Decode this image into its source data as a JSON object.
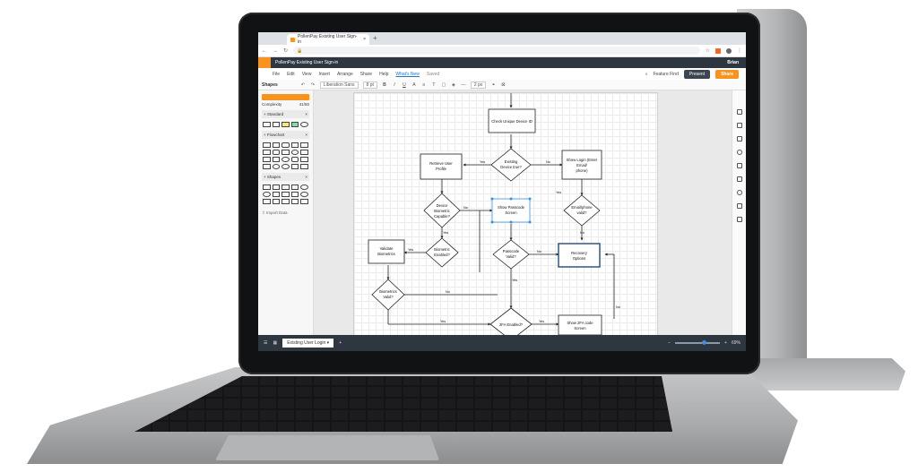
{
  "browser": {
    "tab_title": "PollenPay Existing User Sign-in",
    "tab_close": "×",
    "new_tab": "+",
    "url": "",
    "user_chip": "Brian"
  },
  "app": {
    "document_title": "PollenPay Existing User Sign-in",
    "menu": [
      "File",
      "Edit",
      "View",
      "Insert",
      "Arrange",
      "Share",
      "Help"
    ],
    "whats_new": "What's New",
    "saved": "Saved",
    "feature_find": "Feature Find",
    "present": "Present",
    "share": "Share"
  },
  "toolbar": {
    "shapes_tab": "Shapes",
    "font_family": "Liberation Sans",
    "font_size": "8 pt",
    "bold": "B",
    "italic": "I",
    "underline": "U",
    "font_color": "A",
    "text_options": "T",
    "line_width": "2 px"
  },
  "left_panel": {
    "complexity_label": "Complexity",
    "complexity_value": "41/50",
    "libraries": [
      {
        "title": "+ Standard",
        "close": "×"
      },
      {
        "title": "+ Flowchart",
        "close": "×"
      },
      {
        "title": "+ Shapes",
        "close": "×"
      }
    ],
    "import_data": "Import Data"
  },
  "flowchart": {
    "nodes": {
      "check_unique": "Check Unique Device ID",
      "existing_device": [
        "Existing",
        "Device true?"
      ],
      "retrieve_profile": [
        "Retrieve User",
        "Profile"
      ],
      "show_login": [
        "Show Login (Enter",
        "Email/",
        "phone)"
      ],
      "device_biometric": [
        "Device",
        "Biometric",
        "Capable?"
      ],
      "show_passcode": [
        "Show Passcode",
        "Screen"
      ],
      "email_phone_valid": [
        "Email/phone",
        "valid?"
      ],
      "validate_biometrics": [
        "Validate",
        "Biometrics"
      ],
      "biometric_enabled": [
        "Biometric",
        "Enabled?"
      ],
      "passcode_valid": [
        "Passcode",
        "Valid?"
      ],
      "recovery_options": [
        "Recovery",
        "Options"
      ],
      "biometrics_valid": [
        "Biometrics",
        "Valid?"
      ],
      "twofa_enabled": "2FA Enabled?",
      "show_2fa": [
        "Show 2FA code",
        "Screen"
      ]
    },
    "labels": {
      "yes": "Yes",
      "no": "No"
    }
  },
  "status": {
    "page_tab": "Existing User Login",
    "add_page": "+",
    "zoom_minus": "−",
    "zoom_plus": "+",
    "zoom_value": "69%"
  },
  "colors": {
    "accent": "#f7931e",
    "app_bar": "#2e3740",
    "selection": "#3d8fe0"
  }
}
